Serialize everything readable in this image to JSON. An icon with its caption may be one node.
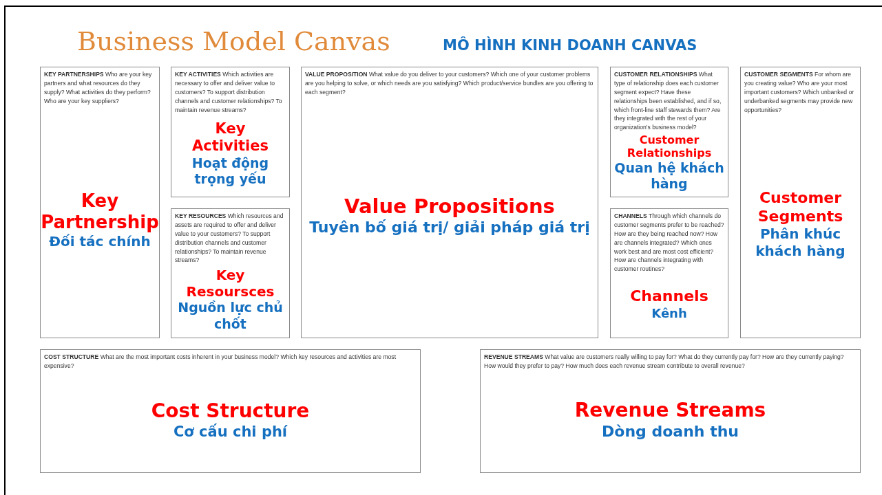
{
  "diagram": {
    "title": "Business Model Canvas",
    "nodes": [
      {
        "text": [
          "**KEY PARTNERSHIPS** Who are your key partners and what resources do they supply? What activities do they perform? Who are your key suppliers?",
          "Key Partnership",
          "Đối tác chính"
        ]
      },
      {
        "text": [
          "**KEY ACTIVITIES** Which activities are necessary to offer and deliver value to customers? To support distribution channels and customer relationships? To maintain revenue streams?",
          "Key Activities",
          "Hoạt động trọng yếu"
        ]
      },
      {
        "text": [
          "**KEY RESOURCES** Which resources and assets are required to offer and deliver value to your customers? To support distribution channels and customer relationships? To maintain revenue streams?",
          "Key Resoursces",
          "Nguồn lực chủ chốt"
        ]
      },
      {
        "text": [
          "**VALUE PROPOSITION** What value do you deliver to your customers? Which one of your customer problems are you helping to solve, or which needs are you satisfying? Which product/service bundles are you offering to each segment?",
          "Value Propositions",
          "Tuyên bố giá trị/ giải pháp giá trị"
        ]
      },
      {
        "text": [
          "**CUSTOMER RELATIONSHIPS** What type of relationship does each customer segment expect? Have these relationships been established, and if so, which front-line staff stewards them? Are they integrated with the rest of your organization's business model?",
          "Customer Relationships",
          "Quan hệ khách hàng"
        ]
      },
      {
        "text": [
          "**CHANNELS** Through which channels do customer segments prefer to be reached? How are they being reached now? How are channels integrated? Which ones work best and are most cost efficient? How are channels integrating with customer routines?",
          "Channels",
          "Kênh"
        ]
      },
      {
        "text": [
          "**CUSTOMER SEGMENTS** For whom are you creating value? Who are your most important customers? Which unbanked or underbanked segments may provide new opportunities?",
          "Customer Segments",
          "Phân khúc khách hàng"
        ]
      },
      {
        "text": [
          "**COST STRUCTURE** What are the most important costs inherent in your business model? Which key resources and activities are most expensive?",
          "Cost Structure",
          "Cơ cấu chi phí"
        ]
      },
      {
        "text": [
          "**REVENUE STREAMS** What value are customers really willing to pay for? What do they currently pay for? How are they currently paying? How would they prefer to pay? How much does each revenue stream contribute to overall revenue?",
          "Revenue Streams",
          "Dòng doanh thu"
        ]
      }
    ],
    "labels": [
      "MÔ HÌNH KINH DOANH CANVAS"
    ]
  }
}
